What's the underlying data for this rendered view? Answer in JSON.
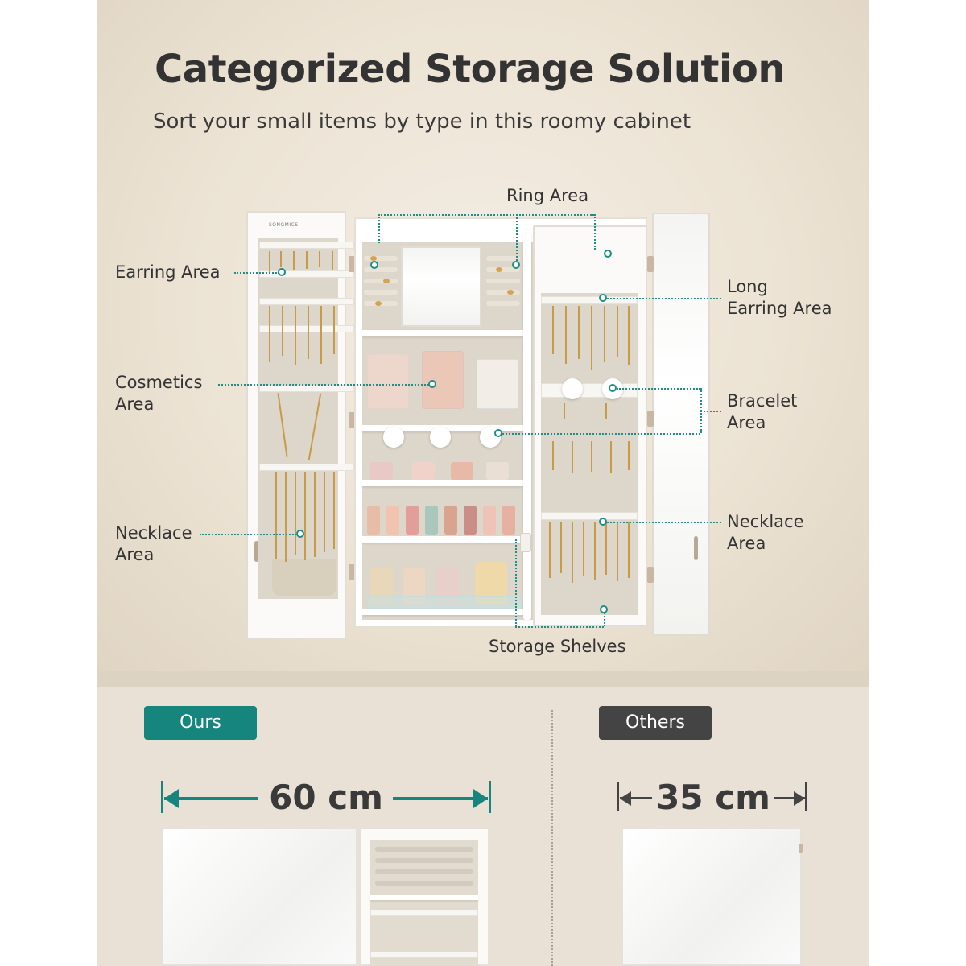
{
  "header": {
    "title": "Categorized Storage Solution",
    "subtitle": "Sort your small items by type in this roomy cabinet"
  },
  "brand": {
    "logo_text": "SONGMICS"
  },
  "callouts": {
    "ring": "Ring Area",
    "earring": "Earring Area",
    "long_earring_line1": "Long",
    "long_earring_line2": "Earring Area",
    "cosmetics_line1": "Cosmetics",
    "cosmetics_line2": "Area",
    "bracelet_line1": "Bracelet",
    "bracelet_line2": "Area",
    "necklace_left_line1": "Necklace",
    "necklace_left_line2": "Area",
    "necklace_right_line1": "Necklace",
    "necklace_right_line2": "Area",
    "storage": "Storage Shelves"
  },
  "comparison": {
    "ours": {
      "label": "Ours",
      "width": "60 cm"
    },
    "others": {
      "label": "Others",
      "width": "35 cm"
    }
  },
  "colors": {
    "accent": "#16857d",
    "dark_badge": "#444444",
    "text": "#333333",
    "background": "#ece3d4"
  }
}
